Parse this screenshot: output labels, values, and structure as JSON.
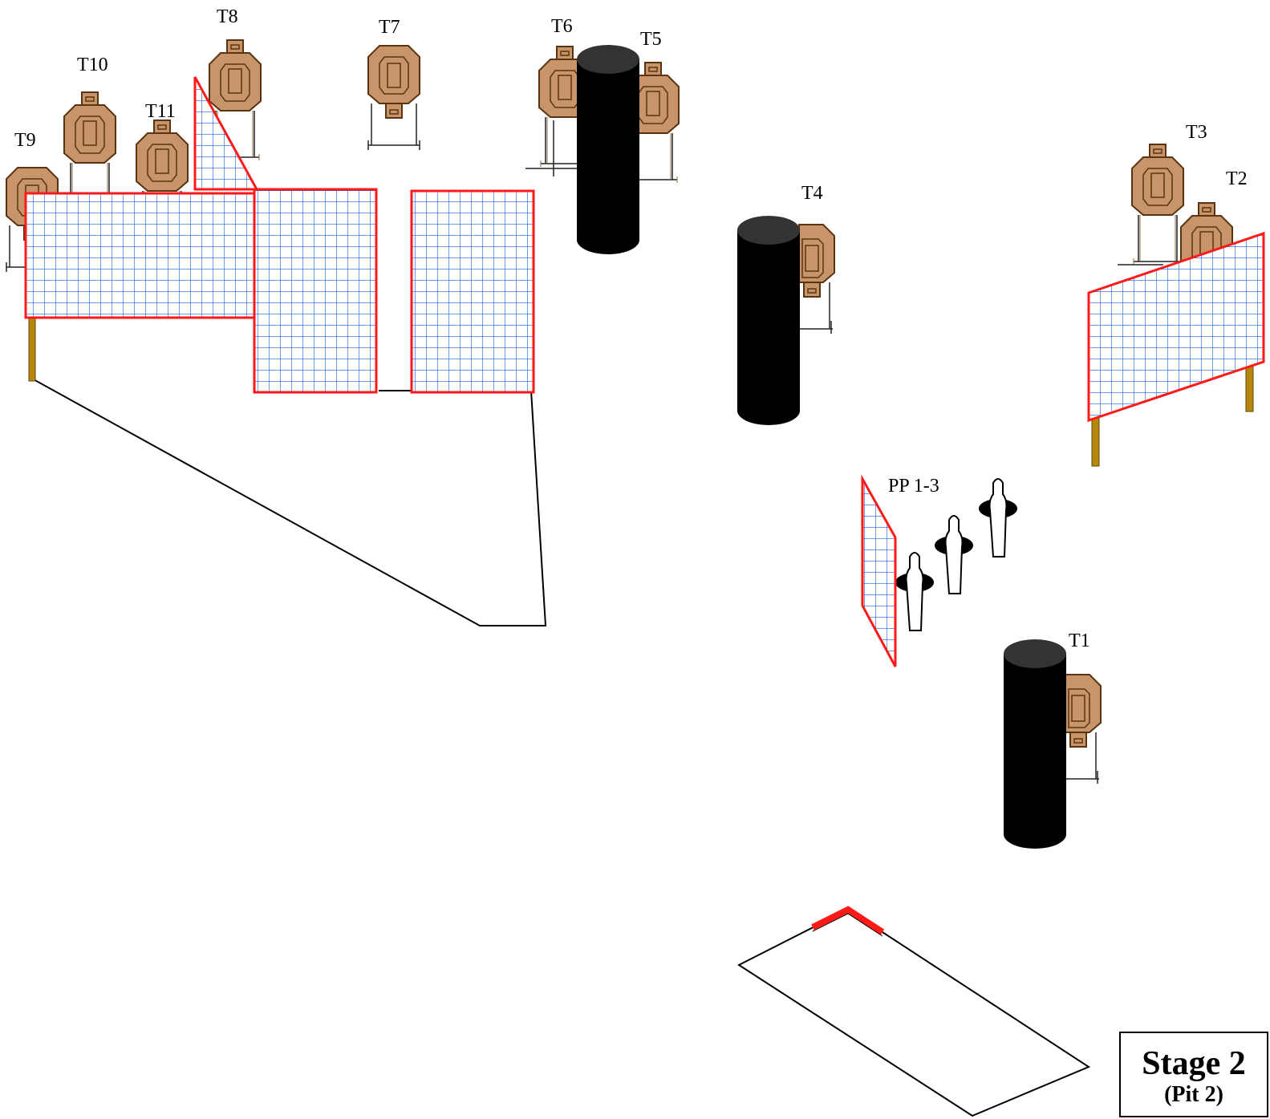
{
  "labels": {
    "t1": "T1",
    "t2": "T2",
    "t3": "T3",
    "t4": "T4",
    "t5": "T5",
    "t6": "T6",
    "t7": "T7",
    "t8": "T8",
    "t9": "T9",
    "t10": "T10",
    "t11": "T11",
    "pp": "PP 1-3"
  },
  "stage": {
    "title": "Stage 2",
    "subtitle": "(Pit 2)"
  },
  "colors": {
    "target_fill": "#c8956a",
    "target_stroke": "#5a3410",
    "wall_border": "#ff1a1a",
    "wall_grid": "#1a5fd8",
    "barrel": "#000000",
    "barrel_top": "#333333",
    "post": "#b8860b"
  },
  "icons": [
    "paper-target-icon",
    "barrel-icon",
    "popper-icon",
    "barricade-wall-icon",
    "shooting-box-icon"
  ]
}
